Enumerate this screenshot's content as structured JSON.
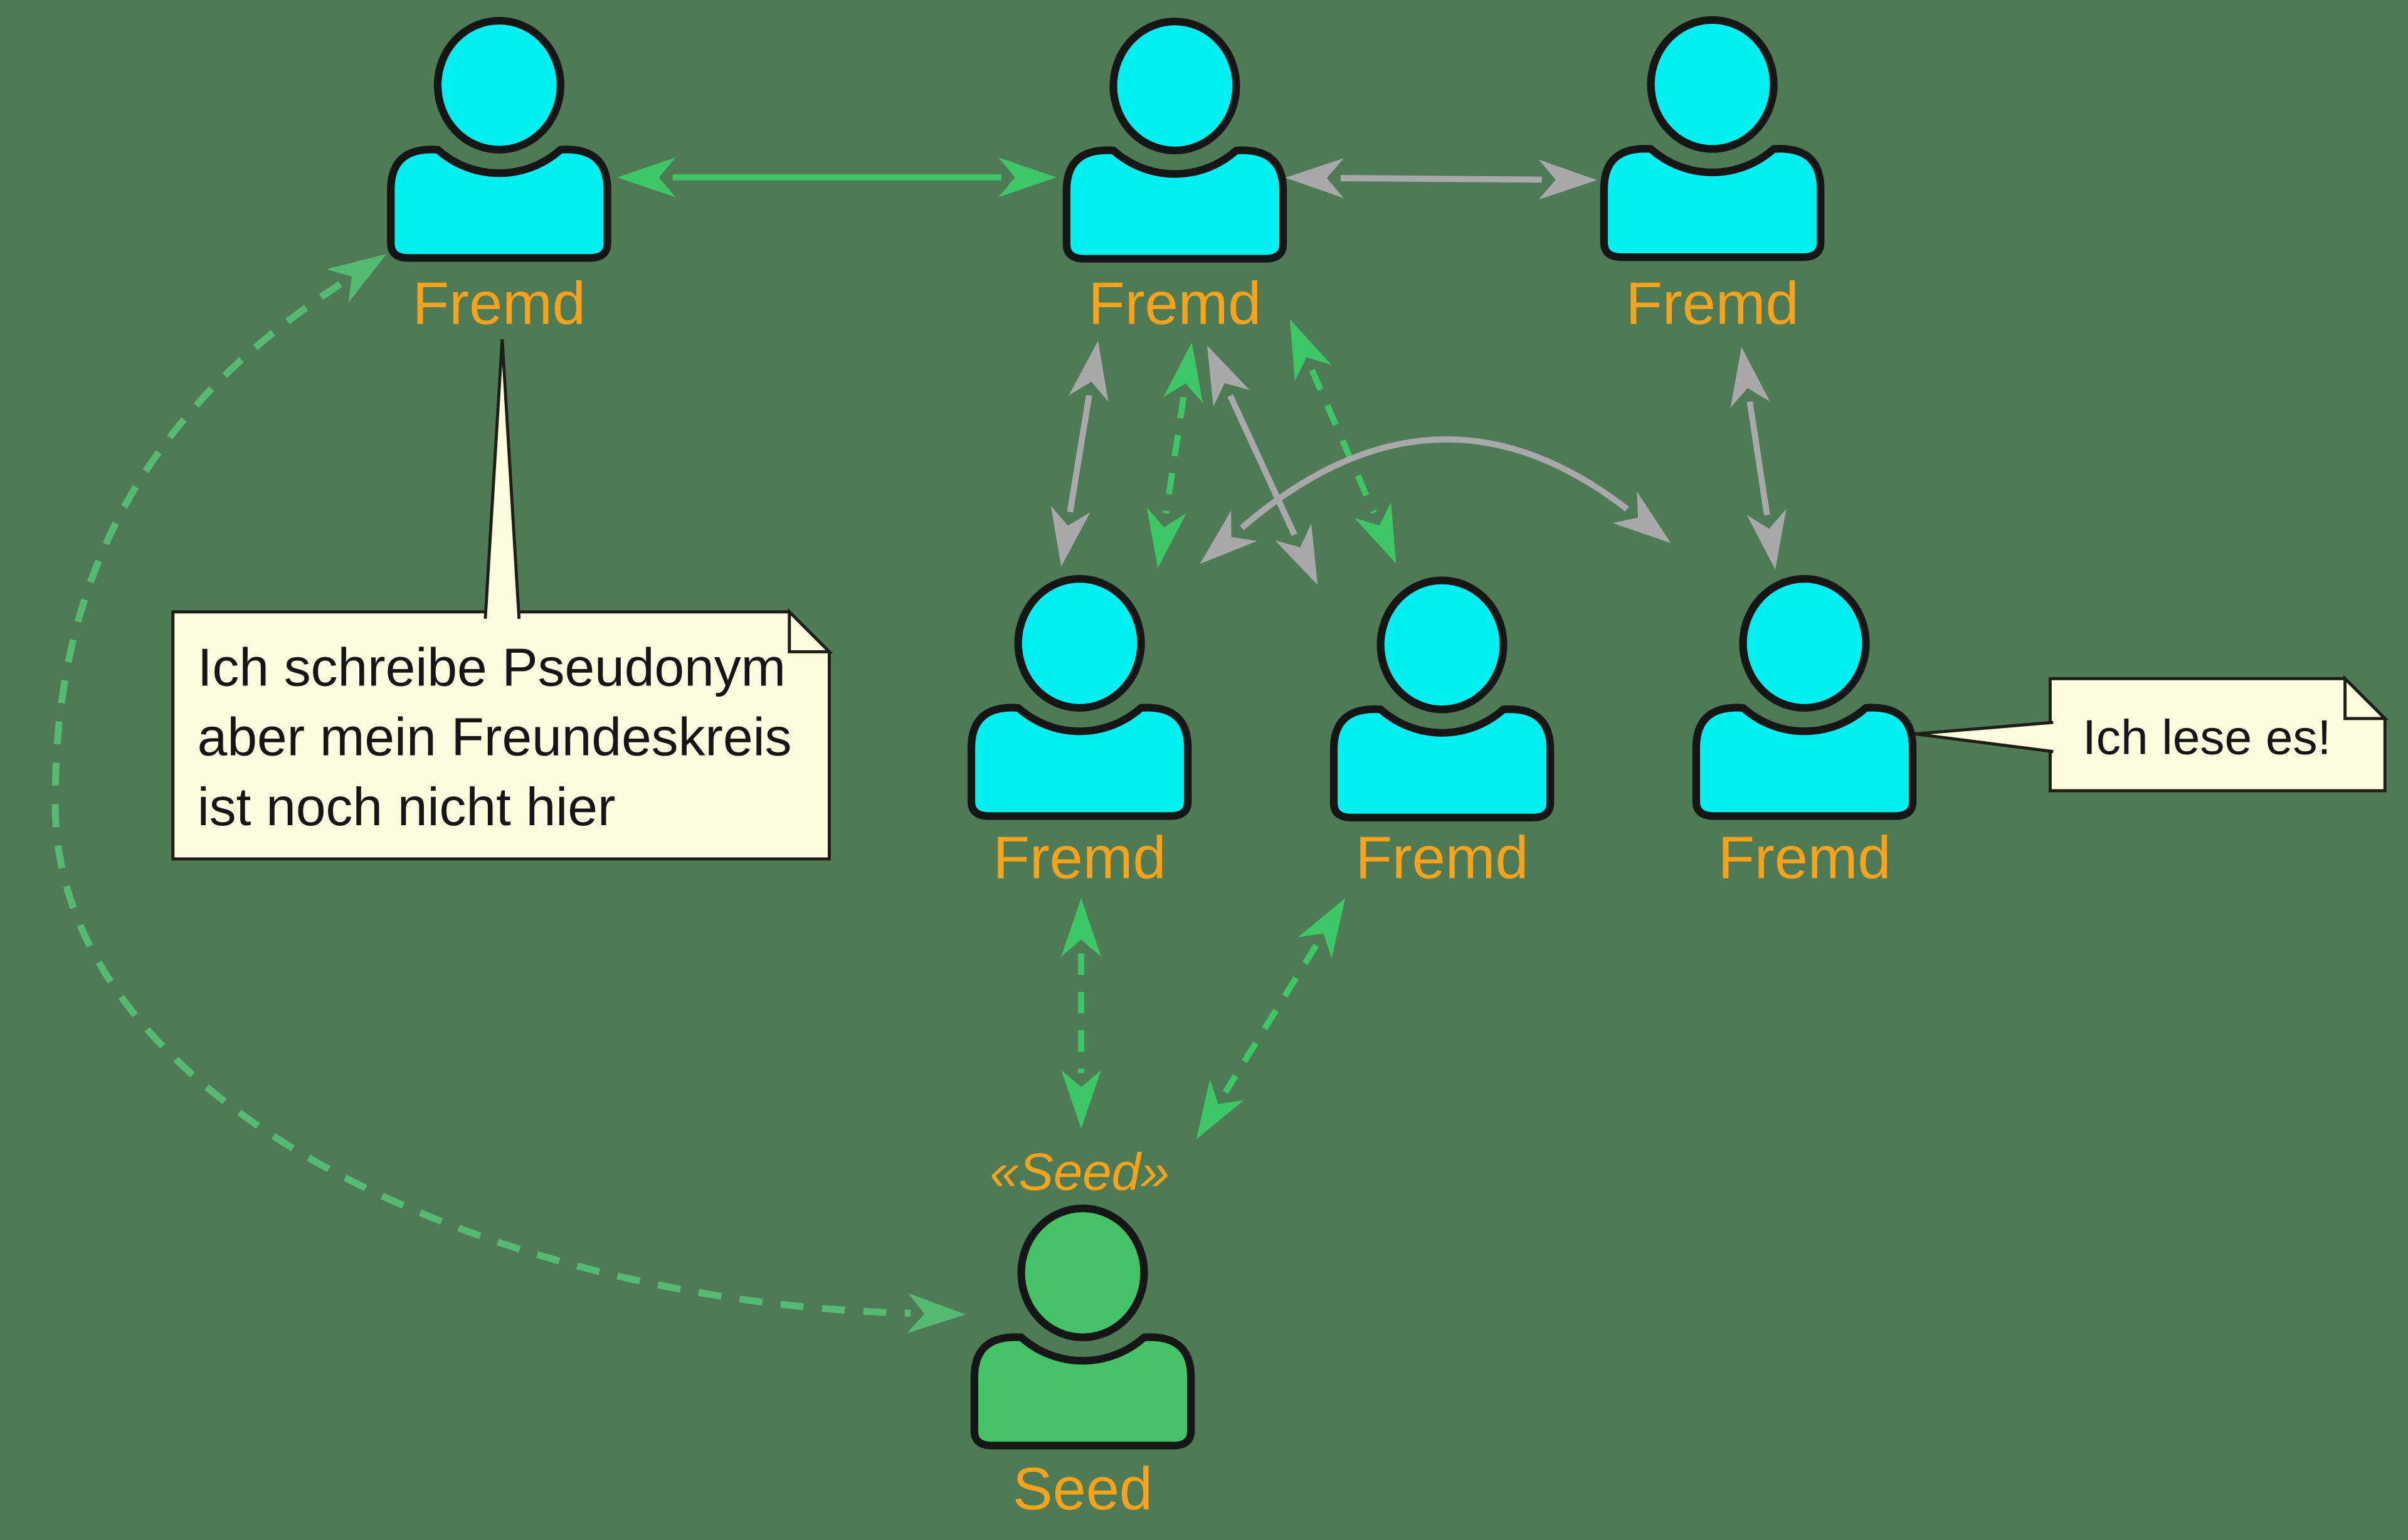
{
  "diagram_title": "Seed and strangers pseudonym network",
  "colors": {
    "background": "#4E7B55",
    "person_fill": "#00F0F2",
    "seed_fill": "#45C467",
    "outline": "#161616",
    "label_orange": "#F9A21B",
    "arrow_gray": "#A9A9A9",
    "arrow_green": "#3DC767",
    "arrow_green_muted": "#55BA74",
    "note_fill": "#FBFBDF",
    "note_border": "#1E1E14",
    "note_text": "#151515"
  },
  "persons": [
    {
      "id": "fremd-top-left",
      "label": "Fremd"
    },
    {
      "id": "fremd-top-middle",
      "label": "Fremd"
    },
    {
      "id": "fremd-top-right",
      "label": "Fremd"
    },
    {
      "id": "fremd-mid-left",
      "label": "Fremd"
    },
    {
      "id": "fremd-mid-middle",
      "label": "Fremd"
    },
    {
      "id": "fremd-mid-right",
      "label": "Fremd"
    },
    {
      "id": "seed",
      "label": "Seed",
      "stereotype": "«Seed»"
    }
  ],
  "notes": {
    "left": {
      "lines": [
        "Ich schreibe Pseudonym",
        "aber mein Freundeskreis",
        "ist noch nicht hier"
      ]
    },
    "right": {
      "text": "Ich lese es!"
    }
  }
}
